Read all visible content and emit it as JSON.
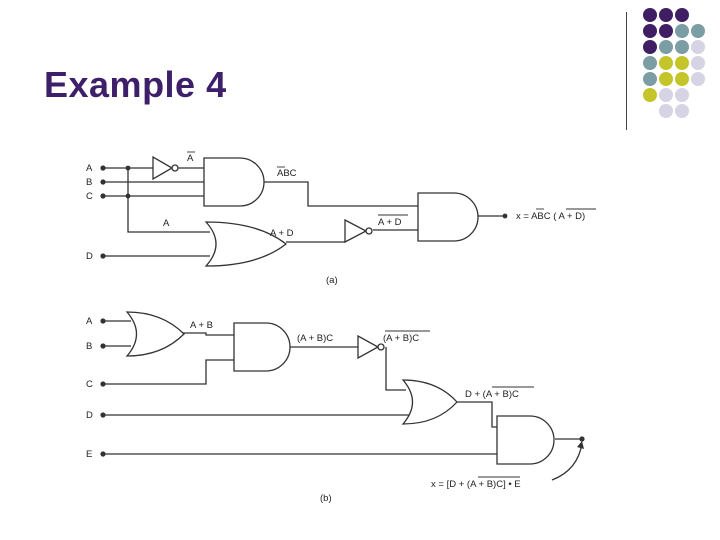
{
  "slide": {
    "title": "Example 4",
    "accent_colors": {
      "purple": "#3f1e63",
      "teal": "#7a9ea4",
      "olive": "#c3c52a",
      "lavender": "#d6d4e4"
    }
  },
  "circuit_a": {
    "inputs": [
      "A",
      "B",
      "C",
      "D"
    ],
    "label_not_a": "A",
    "label_abc": "ABC",
    "label_a_mid": "A",
    "label_a_plus_d": "A + D",
    "label_not_a_plus_d": "A + D",
    "output_expr_prefix": "x = ",
    "output_expr_abc": "ABC",
    "output_expr_paren_open": " (",
    "output_expr_inner": " A + D",
    "output_expr_paren_close": ")",
    "caption": "(a)"
  },
  "circuit_b": {
    "inputs": [
      "A",
      "B",
      "C",
      "D",
      "E"
    ],
    "label_a_plus_b": "A + B",
    "label_ab_c": "(A + B)C",
    "label_not_ab_c": "(A + B)C",
    "label_d_plus": "D + (A + B)C",
    "output_expr": "x = [D + (A + B)C] • E",
    "caption": "(b)"
  }
}
